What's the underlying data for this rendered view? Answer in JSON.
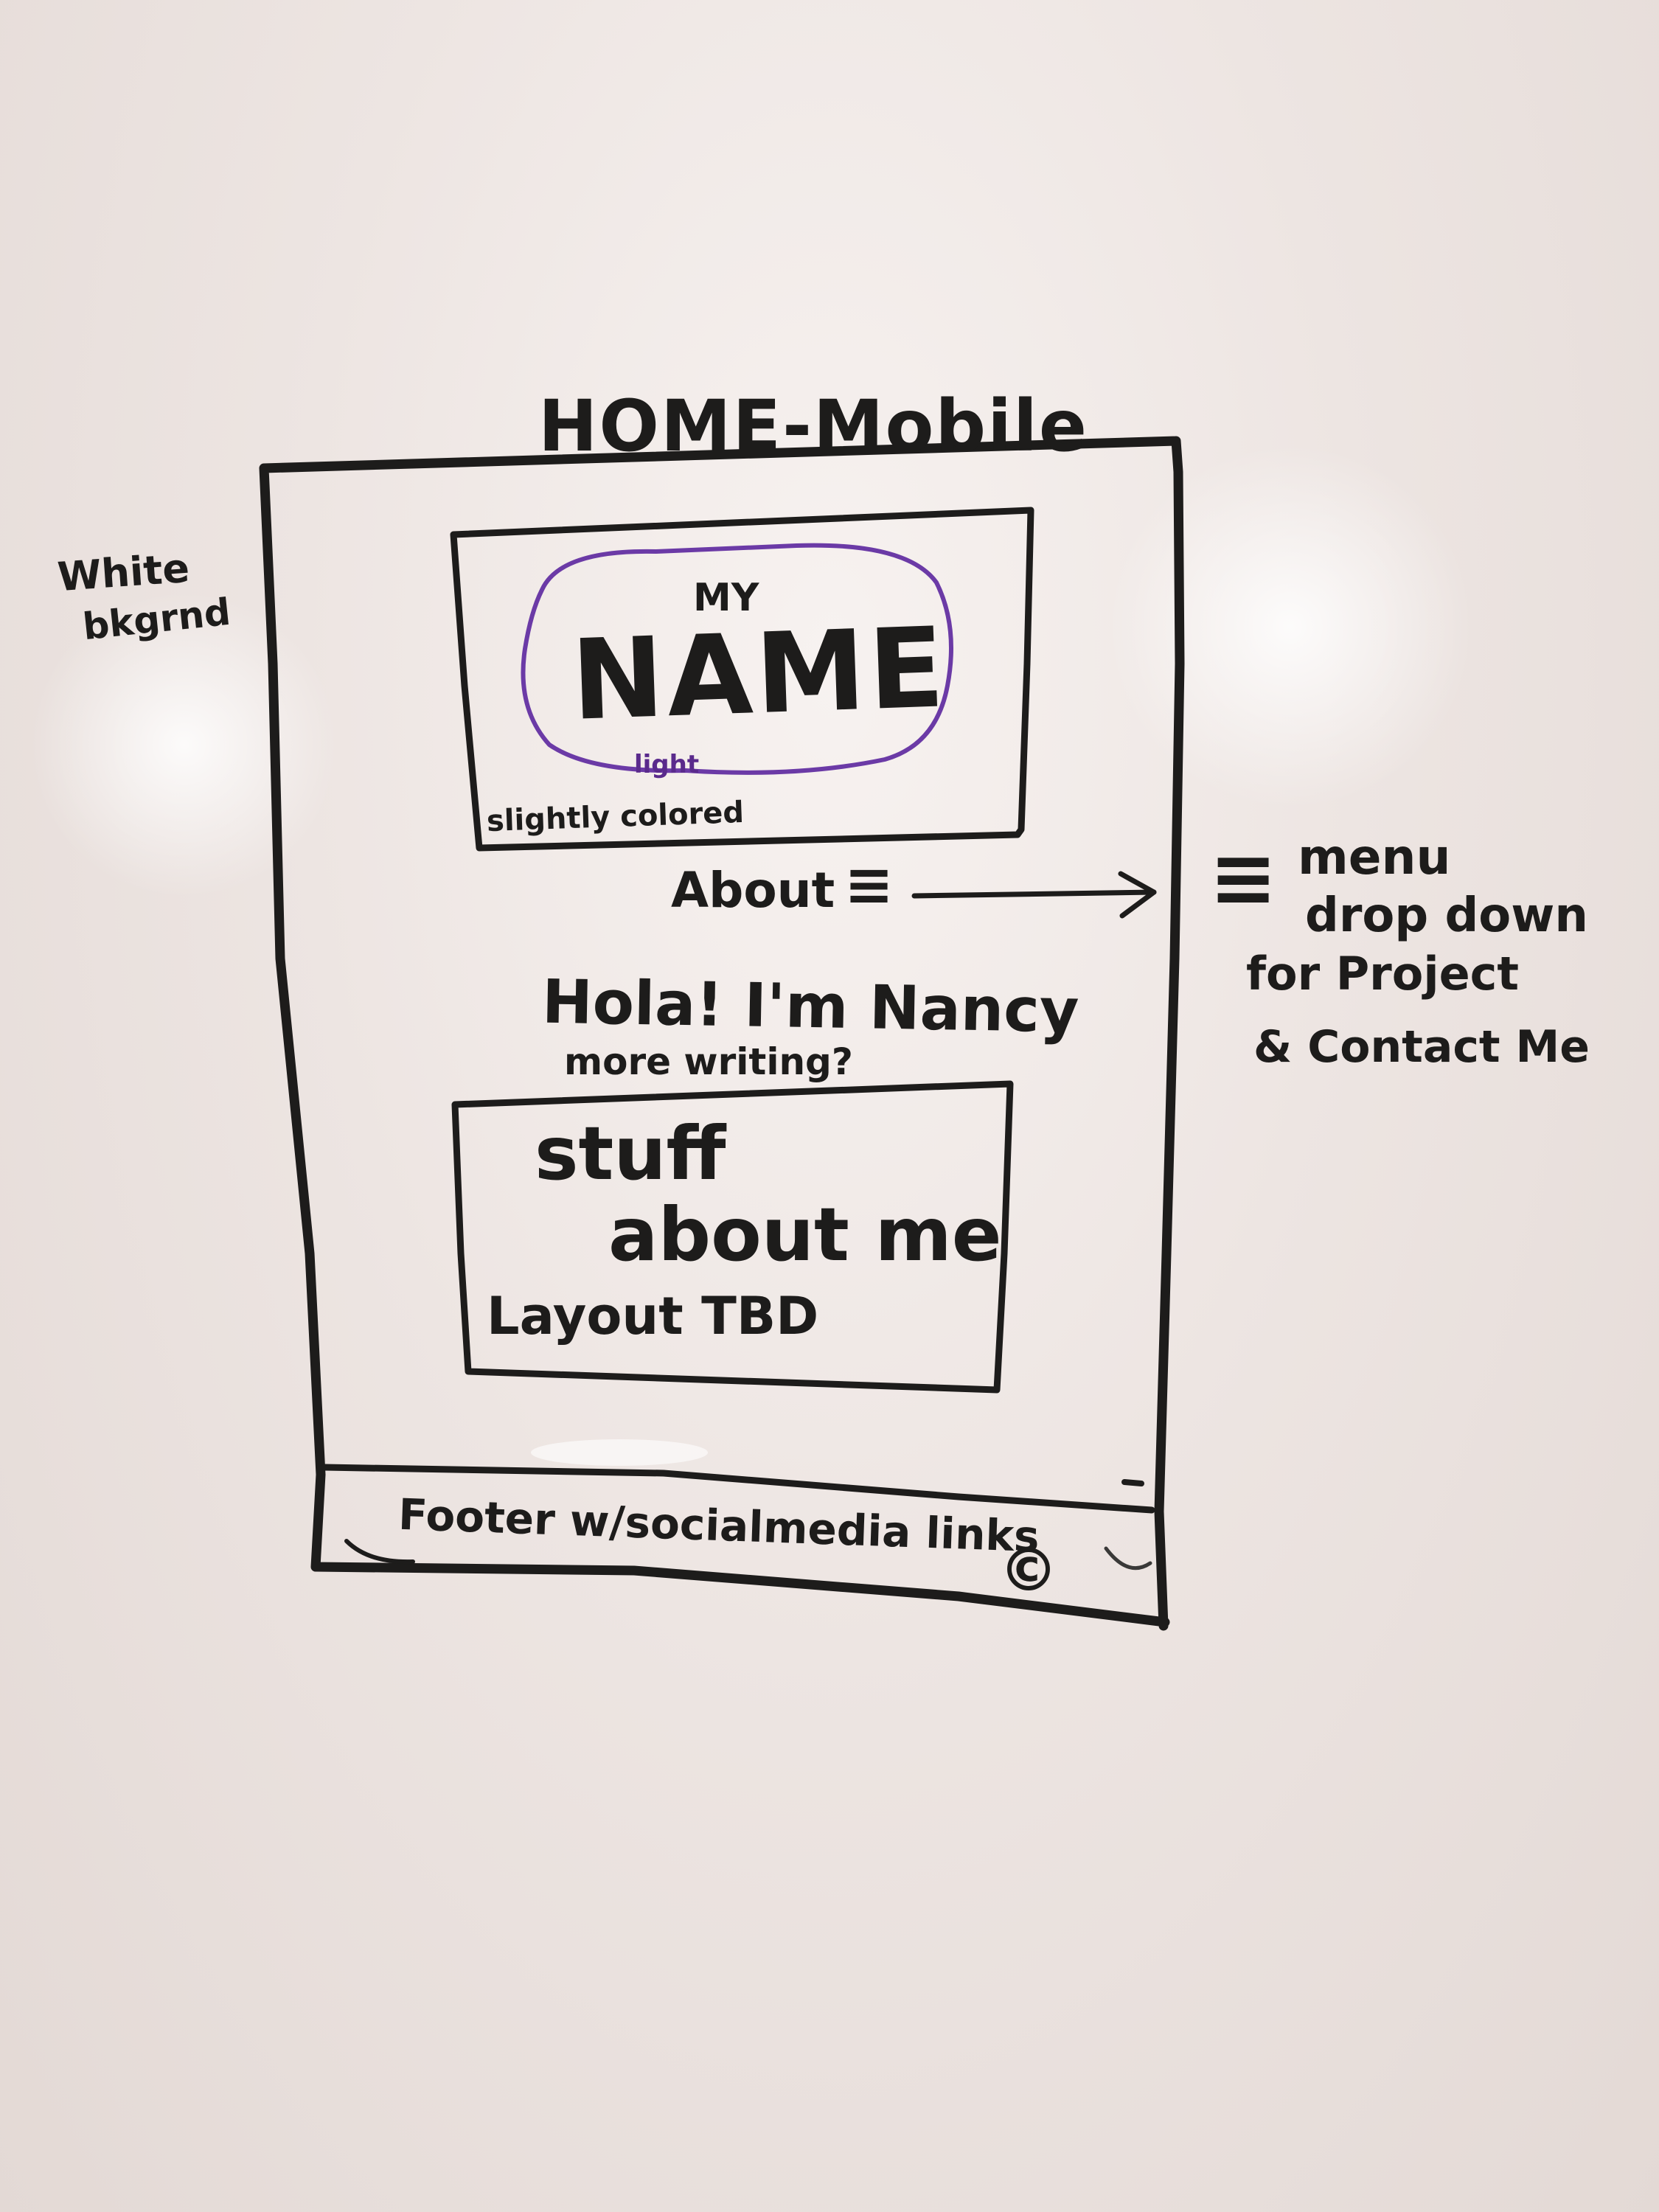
{
  "page_title": "HOME-Mobile",
  "side_note_left": {
    "line1": "White",
    "line2": "bkgrnd"
  },
  "hero": {
    "small_text": "MY",
    "big_text": "NAME",
    "oval_label": "light",
    "box_label": "slightly colored",
    "oval_color": "#6b3aa6"
  },
  "nav": {
    "label": "About",
    "menu_symbol": "≡"
  },
  "side_note_right": {
    "symbol": "≡",
    "line1": "menu",
    "line2": "drop down",
    "line3": "for Project",
    "line4": "& Contact Me"
  },
  "intro": {
    "greeting": "Hola! I'm Nancy",
    "sub": "more writing?"
  },
  "content_box": {
    "line1": "stuff",
    "line2": "about me",
    "line3": "Layout TBD"
  },
  "footer": {
    "text": "Footer w/socialmedia links",
    "copyright": "©"
  },
  "colors": {
    "ink": "#1d1c1b",
    "purple": "#6b3aa6",
    "board": "#ede5e2"
  }
}
